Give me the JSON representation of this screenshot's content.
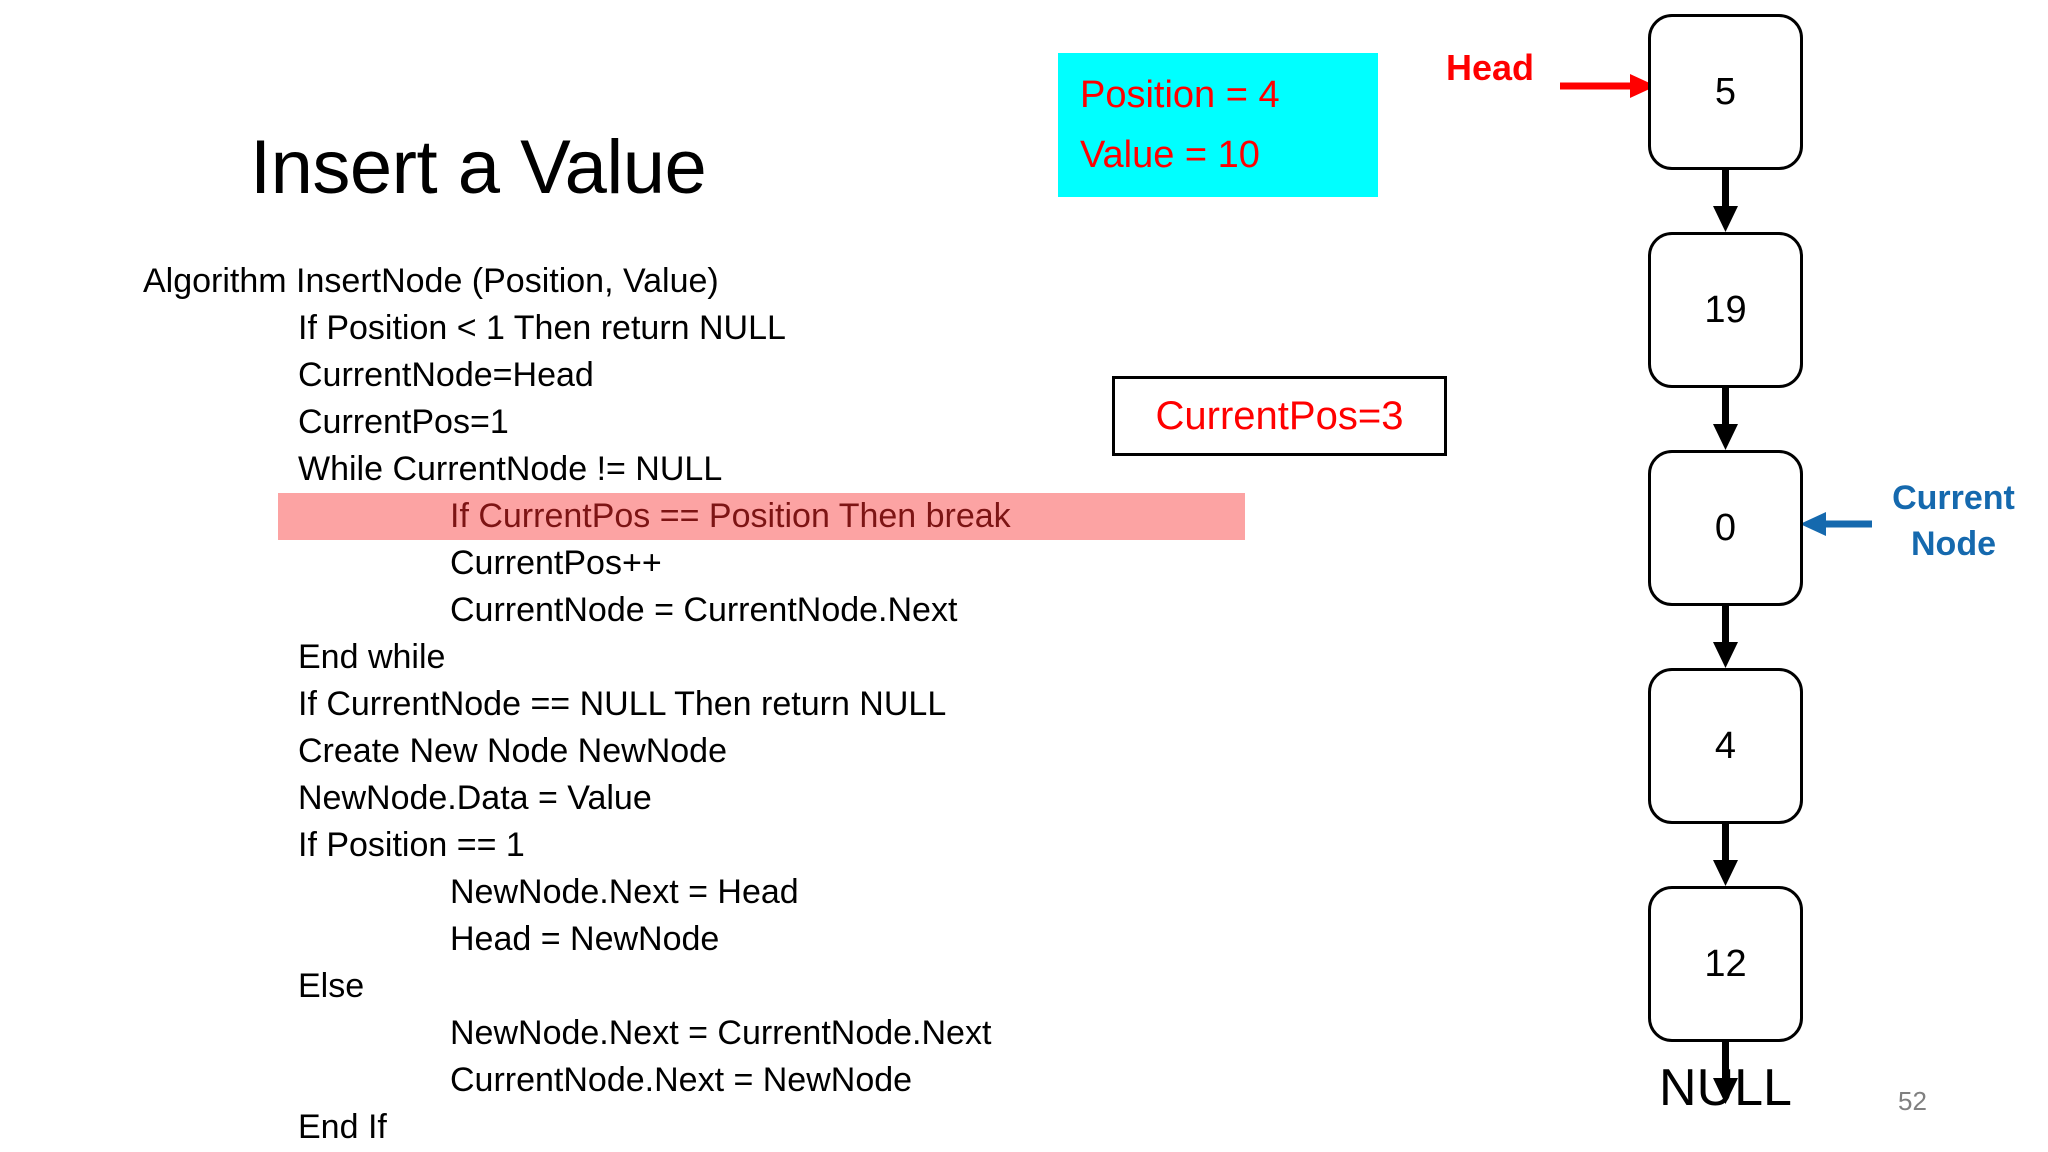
{
  "slide": {
    "title": "Insert a Value",
    "page_number": "52"
  },
  "algorithm": {
    "lines": [
      {
        "text": "Algorithm InsertNode (Position, Value)",
        "indent": 0,
        "highlight": false
      },
      {
        "text": "If Position < 1 Then return NULL",
        "indent": 1,
        "highlight": false
      },
      {
        "text": "CurrentNode=Head",
        "indent": 1,
        "highlight": false
      },
      {
        "text": "CurrentPos=1",
        "indent": 1,
        "highlight": false
      },
      {
        "text": "While CurrentNode != NULL",
        "indent": 1,
        "highlight": false
      },
      {
        "text": "If CurrentPos == Position Then break",
        "indent": 2,
        "highlight": true
      },
      {
        "text": "CurrentPos++",
        "indent": 2,
        "highlight": false
      },
      {
        "text": "CurrentNode = CurrentNode.Next",
        "indent": 2,
        "highlight": false
      },
      {
        "text": "End while",
        "indent": 1,
        "highlight": false
      },
      {
        "text": "If CurrentNode == NULL Then return NULL",
        "indent": 1,
        "highlight": false
      },
      {
        "text": "Create New Node NewNode",
        "indent": 1,
        "highlight": false
      },
      {
        "text": "NewNode.Data = Value",
        "indent": 1,
        "highlight": false
      },
      {
        "text": "If Position == 1",
        "indent": 1,
        "highlight": false
      },
      {
        "text": "NewNode.Next = Head",
        "indent": 2,
        "highlight": false
      },
      {
        "text": "Head = NewNode",
        "indent": 2,
        "highlight": false
      },
      {
        "text": "Else",
        "indent": 1,
        "highlight": false
      },
      {
        "text": "NewNode.Next = CurrentNode.Next",
        "indent": 2,
        "highlight": false
      },
      {
        "text": "CurrentNode.Next = NewNode",
        "indent": 2,
        "highlight": false
      },
      {
        "text": "End If",
        "indent": 1,
        "highlight": false
      }
    ],
    "highlight_bg_color": "#FCA3A3",
    "highlight_text_color": "#7D1414"
  },
  "info_box": {
    "background_color": "#00FFFF",
    "text_color": "#FF0000",
    "lines": [
      "Position = 4",
      "Value = 10"
    ]
  },
  "currentpos_box": {
    "text": "CurrentPos=3",
    "text_color": "#FF0000"
  },
  "pointers": {
    "head": {
      "label": "Head",
      "color": "#FF0000"
    },
    "current_node": {
      "label_line1": "Current",
      "label_line2": "Node",
      "color": "#1569AE"
    }
  },
  "linked_list": {
    "nodes": [
      {
        "value": "5"
      },
      {
        "value": "19"
      },
      {
        "value": "0"
      },
      {
        "value": "4"
      },
      {
        "value": "12"
      }
    ],
    "terminator": "NULL"
  }
}
